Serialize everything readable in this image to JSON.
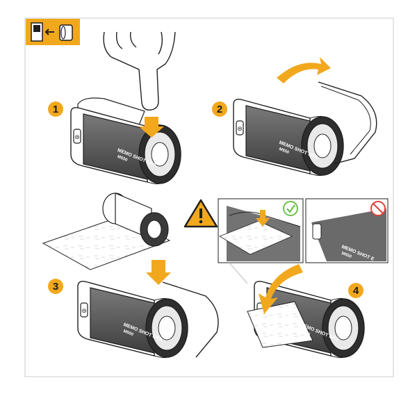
{
  "colors": {
    "accent": "#f2a81d",
    "body_dark": "#4a4a4a",
    "body_mid": "#6d6d6d",
    "outline": "#1f1f1f",
    "ok": "#6cc04a",
    "no": "#e0413a"
  },
  "header": {
    "icon": "cartridge-swap-icon"
  },
  "steps": [
    {
      "number": "1",
      "brand_line1": "MEMO SHOT ERA",
      "brand_line2": "M550"
    },
    {
      "number": "2",
      "brand_line1": "MEMO SHOT ERA",
      "brand_line2": "M550"
    },
    {
      "number": "3",
      "brand_line1": "MEMO SHOT ERA",
      "brand_line2": "M550"
    },
    {
      "number": "4",
      "brand_line1": "MEMO SHOT ERA",
      "brand_line2": "M550"
    }
  ],
  "warning": {
    "icon": "warning-icon",
    "correct_icon": "check-icon",
    "wrong_icon": "prohibited-icon",
    "brand_line1": "MEMO SHOT E",
    "brand_line2": "M550"
  }
}
